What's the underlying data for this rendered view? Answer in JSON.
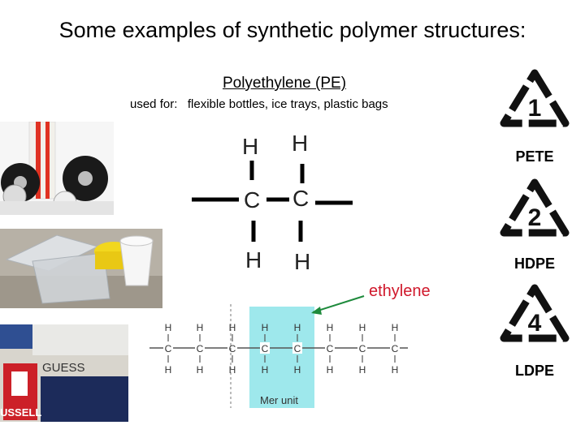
{
  "slide": {
    "title": "Some examples of synthetic polymer structures:",
    "subtitle": "Polyethylene (PE)",
    "used_for": "used for:   flexible bottles, ice trays, plastic bags"
  },
  "monomer": {
    "atoms": {
      "h1": "H",
      "h2": "H",
      "c1": "C",
      "c2": "C",
      "h3": "H",
      "h4": "H"
    }
  },
  "chain_diagram": {
    "label": "ethylene",
    "mer_unit_label": "Mer unit",
    "h_label": "H",
    "c_label": "C",
    "highlight_color": "#9ee8ec",
    "arrow_color": "#1e8a3c",
    "label_color": "#d0182b"
  },
  "recycling_codes": [
    {
      "number": "1",
      "label": "PETE"
    },
    {
      "number": "2",
      "label": "HDPE"
    },
    {
      "number": "4",
      "label": "LDPE"
    }
  ],
  "photos": {
    "bag_text_1": "GUESS",
    "bag_text_2": "USSELL"
  }
}
